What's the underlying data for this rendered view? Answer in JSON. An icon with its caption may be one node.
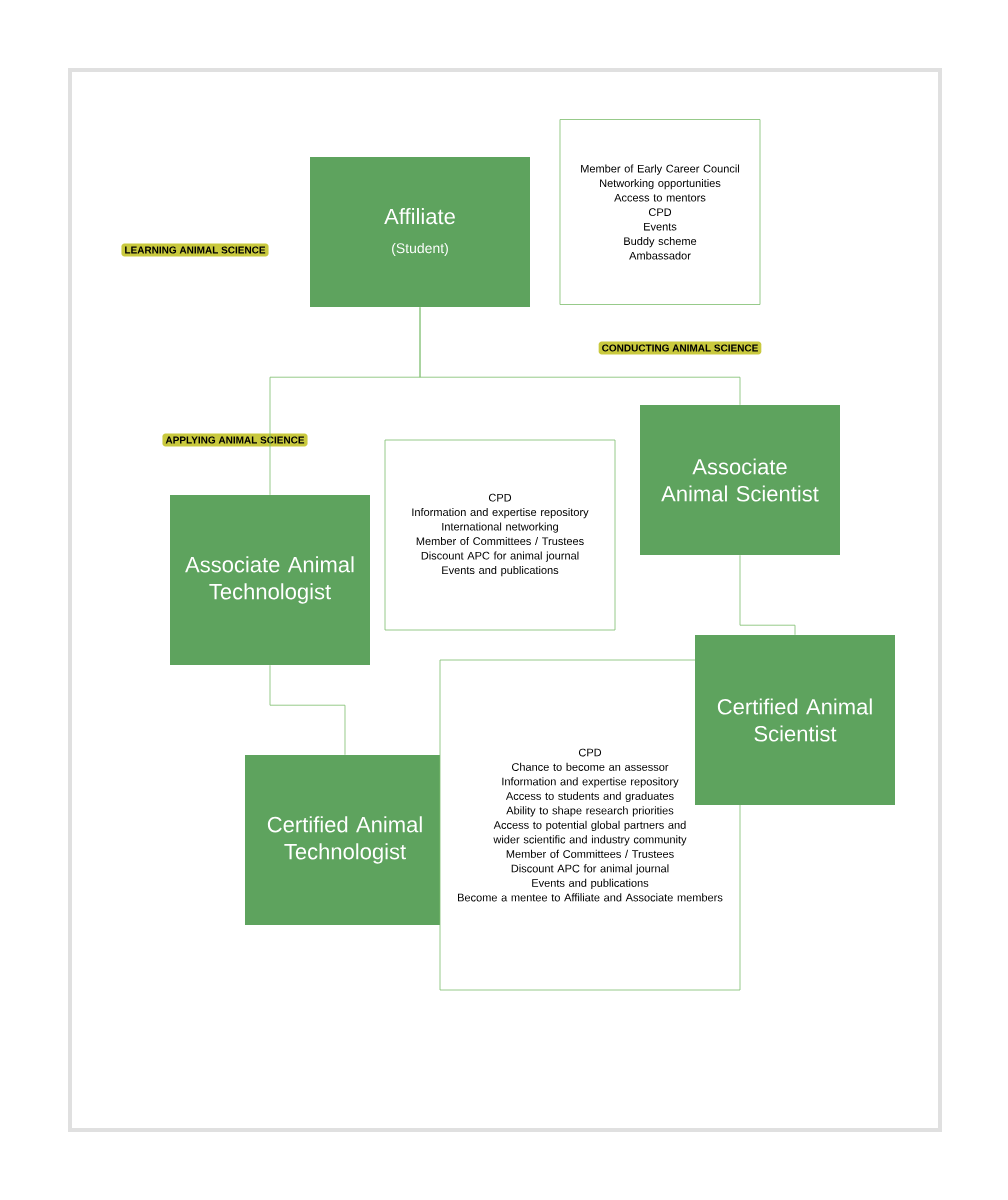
{
  "diagram": {
    "nodes": [
      {
        "text": [
          "LEARNING ANIMAL SCIENCE"
        ]
      },
      {
        "text": [
          "Affiliate",
          "(Student)"
        ]
      },
      {
        "text": [
          "Member of Early Career Council",
          "Networking opportunities",
          "Access to  mentors",
          "CPD",
          "Events",
          "Buddy scheme",
          "Ambassador"
        ]
      },
      {
        "text": [
          "CONDUCTING ANIMAL SCIENCE"
        ]
      },
      {
        "text": [
          "APPLYING ANIMAL SCIENCE"
        ]
      },
      {
        "text": [
          "CPD",
          "Information and expertise repository",
          "International networking",
          "Member of Committees / Trustees",
          "Discount APC for animal journal",
          "Events and publications"
        ]
      },
      {
        "text": [
          "Associate Animal Scientist"
        ]
      },
      {
        "text": [
          "Associate Animal Technologist"
        ]
      },
      {
        "text": [
          "Certified Animal Technologist"
        ]
      },
      {
        "text": [
          "CPD",
          "Chance to become an assessor",
          "Information and expertise repository",
          "Access to students and graduates",
          "Ability to shape research priorities",
          "Access to potential global partners and wider scientific and industry community",
          "Member of Committees / Trustees",
          "Discount APC for animal journal",
          "Events and publications",
          "Become a mentee to Affiliate and Associate members"
        ]
      },
      {
        "text": [
          "Certified Animal Scientist"
        ]
      }
    ],
    "edges": [
      {
        "from": 1,
        "to": 7,
        "arrow": "none"
      },
      {
        "from": 1,
        "to": 6,
        "arrow": "none"
      },
      {
        "from": 7,
        "to": 8,
        "arrow": "none"
      },
      {
        "from": 6,
        "to": 10,
        "arrow": "none"
      }
    ]
  }
}
